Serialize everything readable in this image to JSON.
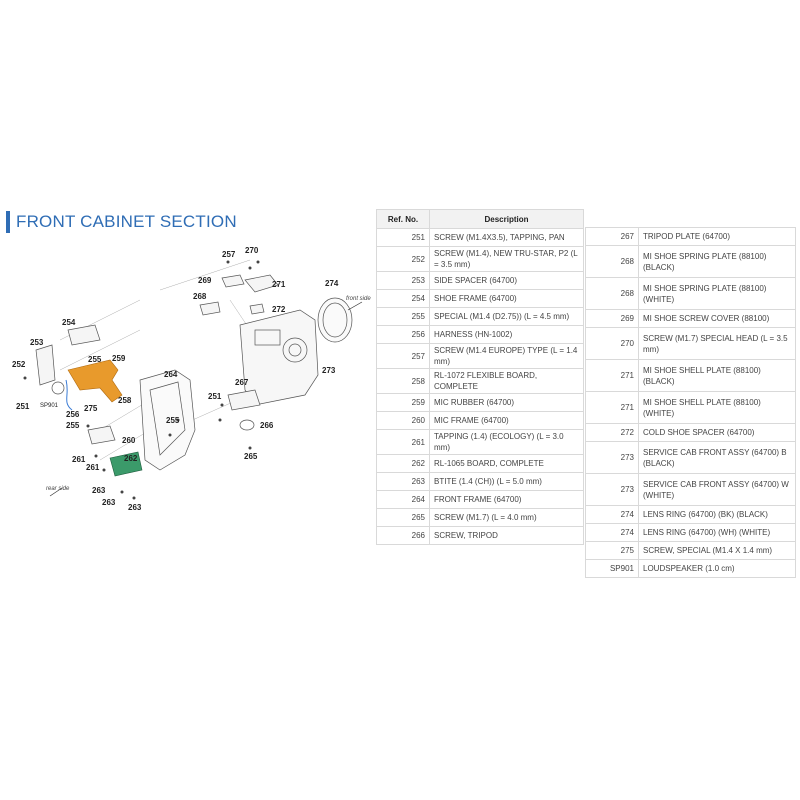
{
  "section_title": "FRONT CABINET SECTION",
  "diagram": {
    "callouts": [
      "257",
      "270",
      "269",
      "271",
      "268",
      "272",
      "274",
      "254",
      "253",
      "255",
      "259",
      "252",
      "251",
      "264",
      "273",
      "267",
      "SP901",
      "256",
      "275",
      "258",
      "251",
      "255",
      "255",
      "266",
      "260",
      "262",
      "265",
      "261",
      "261",
      "263",
      "263",
      "263"
    ],
    "front_side_label": "front side",
    "rear_side_label": "rear side"
  },
  "table": {
    "headers": {
      "ref": "Ref. No.",
      "description": "Description"
    },
    "left_rows": [
      {
        "ref": "251",
        "desc": "SCREW (M1.4X3.5), TAPPING, PAN"
      },
      {
        "ref": "252",
        "desc": "SCREW (M1.4), NEW TRU-STAR, P2 (L = 3.5 mm)"
      },
      {
        "ref": "253",
        "desc": "SIDE SPACER (64700)"
      },
      {
        "ref": "254",
        "desc": "SHOE FRAME (64700)"
      },
      {
        "ref": "255",
        "desc": "SPECIAL (M1.4 (D2.75)) (L = 4.5 mm)"
      },
      {
        "ref": "256",
        "desc": "HARNESS (HN-1002)"
      },
      {
        "ref": "257",
        "desc": "SCREW (M1.4 EUROPE) TYPE (L = 1.4 mm)"
      },
      {
        "ref": "258",
        "desc": "RL-1072 FLEXIBLE BOARD, COMPLETE"
      },
      {
        "ref": "259",
        "desc": "MIC RUBBER (64700)"
      },
      {
        "ref": "260",
        "desc": "MIC FRAME (64700)"
      },
      {
        "ref": "261",
        "desc": "TAPPING (1.4) (ECOLOGY) (L = 3.0 mm)"
      },
      {
        "ref": "262",
        "desc": "RL-1065 BOARD, COMPLETE"
      },
      {
        "ref": "263",
        "desc": "BTITE (1.4 (CH)) (L = 5.0 mm)"
      },
      {
        "ref": "264",
        "desc": "FRONT FRAME (64700)"
      },
      {
        "ref": "265",
        "desc": "SCREW (M1.7) (L = 4.0 mm)"
      },
      {
        "ref": "266",
        "desc": "SCREW, TRIPOD"
      }
    ],
    "right_rows": [
      {
        "ref": "267",
        "desc": "TRIPOD PLATE (64700)"
      },
      {
        "ref": "268",
        "desc": "MI SHOE SPRING PLATE (88100) (BLACK)"
      },
      {
        "ref": "268",
        "desc": "MI SHOE SPRING PLATE (88100) (WHITE)"
      },
      {
        "ref": "269",
        "desc": "MI SHOE SCREW COVER (88100)"
      },
      {
        "ref": "270",
        "desc": "SCREW (M1.7) SPECIAL HEAD (L = 3.5 mm)"
      },
      {
        "ref": "271",
        "desc": "MI SHOE SHELL PLATE (88100) (BLACK)"
      },
      {
        "ref": "271",
        "desc": "MI SHOE SHELL PLATE (88100) (WHITE)"
      },
      {
        "ref": "272",
        "desc": "COLD SHOE SPACER (64700)"
      },
      {
        "ref": "273",
        "desc": "SERVICE CAB FRONT ASSY (64700) B (BLACK)"
      },
      {
        "ref": "273",
        "desc": "SERVICE CAB FRONT ASSY (64700) W (WHITE)"
      },
      {
        "ref": "274",
        "desc": "LENS RING (64700) (BK) (BLACK)"
      },
      {
        "ref": "274",
        "desc": "LENS RING (64700) (WH) (WHITE)"
      },
      {
        "ref": "275",
        "desc": "SCREW, SPECIAL (M1.4 X 1.4 mm)"
      },
      {
        "ref": "SP901",
        "desc": "LOUDSPEAKER (1.0 cm)"
      }
    ]
  },
  "colors": {
    "title": "#2f6db5",
    "flex_board": "#e89a2c",
    "pcb": "#3b9a6a"
  }
}
